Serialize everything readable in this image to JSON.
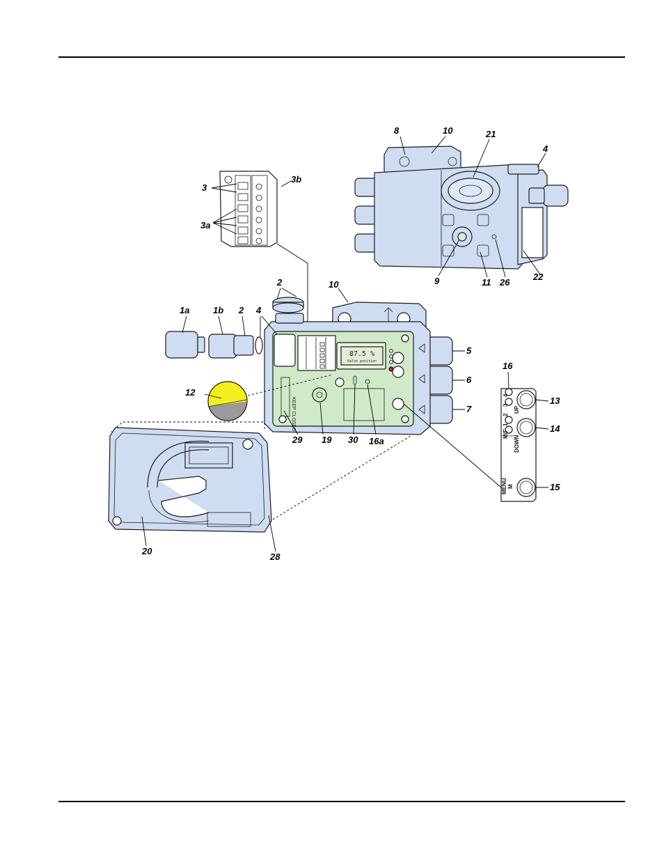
{
  "colors": {
    "housing": "#cfddf2",
    "pcb": "#cfe9c9",
    "display_yellow": "#f4ee1f",
    "display_gray": "#9a9a9a",
    "led_red": "#d21a1a",
    "outline": "#1a1a1a"
  },
  "display": {
    "value": "87.5 %",
    "caption": "Valve position"
  },
  "keypad": {
    "mode_label": "M/F",
    "numbers": [
      "1",
      "2",
      "3",
      "4"
    ],
    "up_label": "UP",
    "down_label": "DOWN",
    "menu_label": "MENU",
    "menu_key": "M"
  },
  "cover_note": "KEEP CLOSED",
  "callouts": {
    "c8": "8",
    "c10_top": "10",
    "c21": "21",
    "c4_top": "4",
    "c3b": "3b",
    "c3": "3",
    "c3a": "3a",
    "c2_top": "2",
    "c10": "10",
    "c1a": "1a",
    "c1b": "1b",
    "c2": "2",
    "c4": "4",
    "c9": "9",
    "c11": "11",
    "c26": "26",
    "c22": "22",
    "c5": "5",
    "c6": "6",
    "c7": "7",
    "c16": "16",
    "c13": "13",
    "c14": "14",
    "c15": "15",
    "c12": "12",
    "c29": "29",
    "c19": "19",
    "c30": "30",
    "c16a": "16a",
    "c20": "20",
    "c28": "28"
  }
}
